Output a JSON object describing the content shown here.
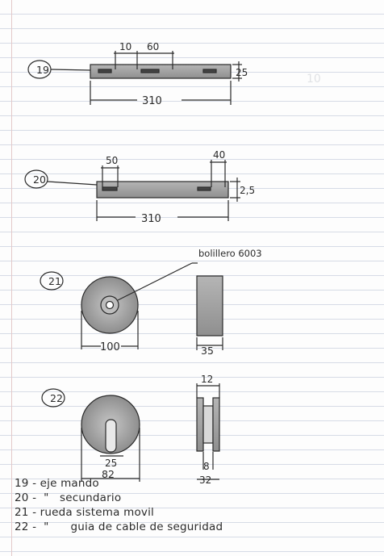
{
  "parts": [
    {
      "number": "19",
      "dims": {
        "slot_width": "10",
        "slot_spacing": "60",
        "height": "25",
        "length": "310"
      }
    },
    {
      "number": "20",
      "dims": {
        "left": "50",
        "right": "40",
        "height": "2,5",
        "length": "310"
      }
    },
    {
      "number": "21",
      "callout": "bolillero 6003",
      "dims": {
        "diameter": "100",
        "thickness": "35"
      }
    },
    {
      "number": "22",
      "dims": {
        "top": "12",
        "inner": "25",
        "diameter": "82",
        "groove": "8",
        "width": "32"
      }
    }
  ],
  "legend": [
    "19 - eje mando",
    "20 -  \"   secundario",
    "21 - rueda sistema movil",
    "22 -  \"      guia de cable de seguridad"
  ],
  "colors": {
    "paper": "#fdfdfd",
    "rule": "#d6dbe6",
    "ink": "#2a2a2a",
    "shade": "#9a9a9a"
  }
}
